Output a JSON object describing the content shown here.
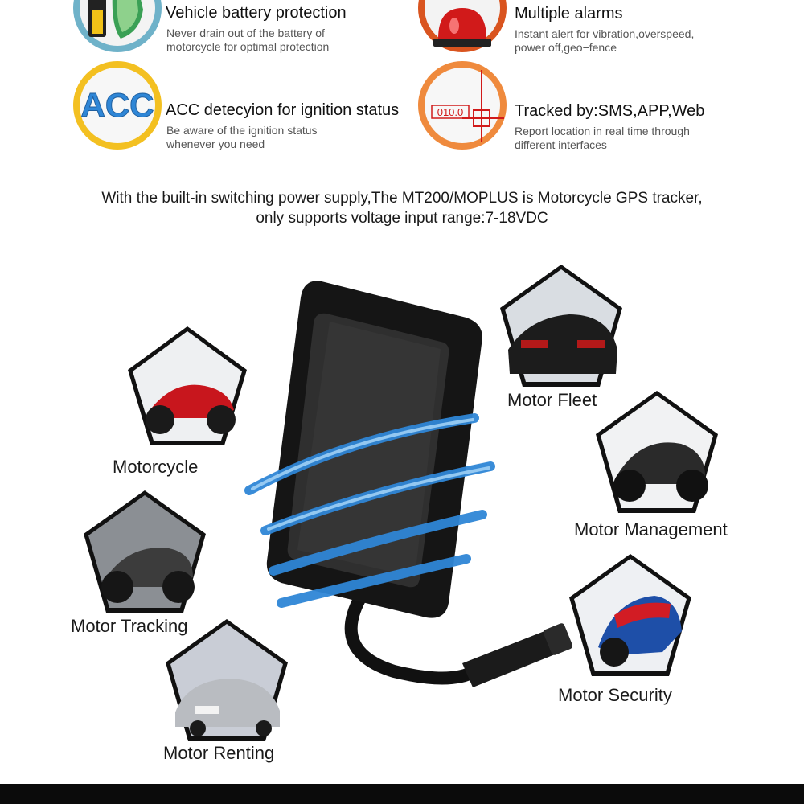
{
  "features": [
    {
      "title": "Vehicle battery protection",
      "desc1": "Never drain out of the battery of",
      "desc2": "motorcycle for optimal protection",
      "icon": "battery-shield-icon"
    },
    {
      "title": "Multiple alarms",
      "desc1": "Instant alert for vibration,overspeed,",
      "desc2": "power off,geo−fence",
      "icon": "alarm-siren-icon"
    },
    {
      "title": "ACC detecyion for ignition status",
      "desc1": "Be aware of the ignition status",
      "desc2": "whenever you need",
      "icon": "acc-icon",
      "icon_text": "ACC"
    },
    {
      "title": "Tracked by:SMS,APP,Web",
      "desc1": "Report location in real time through",
      "desc2": "different interfaces",
      "icon": "map-tracking-icon",
      "icon_text": "010.0"
    }
  ],
  "tagline": {
    "line1": "With the built-in switching power supply,The MT200/MOPLUS is Motorcycle GPS tracker,",
    "line2": "only supports voltage input range:7-18VDC"
  },
  "applications": [
    {
      "label": "Motorcycle"
    },
    {
      "label": "Motor Fleet"
    },
    {
      "label": "Motor Management"
    },
    {
      "label": "Motor Tracking"
    },
    {
      "label": "Motor Security"
    },
    {
      "label": "Motor Renting"
    }
  ],
  "colors": {
    "accent_blue": "#2f86d6",
    "alarm_red": "#d11a1a",
    "badge_orange": "#f0a02c",
    "badge_green": "#6ab04c"
  }
}
